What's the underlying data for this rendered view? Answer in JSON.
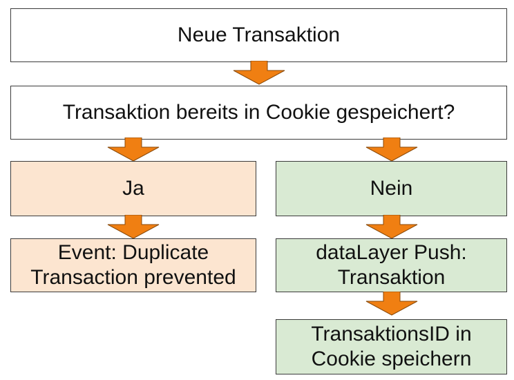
{
  "colors": {
    "box_default": "#ffffff",
    "box_yes": "#fce5d0",
    "box_no": "#d9ead3",
    "border": "#3a3a3a",
    "arrow": "#f07f12",
    "arrow_outline": "#8a4a0a"
  },
  "nodes": {
    "new_transaction": "Neue Transaktion",
    "question": "Transaktion bereits in Cookie gespeichert?",
    "yes": "Ja",
    "no": "Nein",
    "duplicate_event": {
      "line1": "Event: Duplicate",
      "line2": "Transaction prevented"
    },
    "datalayer_push": {
      "line1": "dataLayer Push:",
      "line2": "Transaktion"
    },
    "save_cookie": {
      "line1": "TransaktionsID in",
      "line2": "Cookie speichern"
    }
  },
  "icons": {
    "arrow": "arrow-down-icon"
  }
}
